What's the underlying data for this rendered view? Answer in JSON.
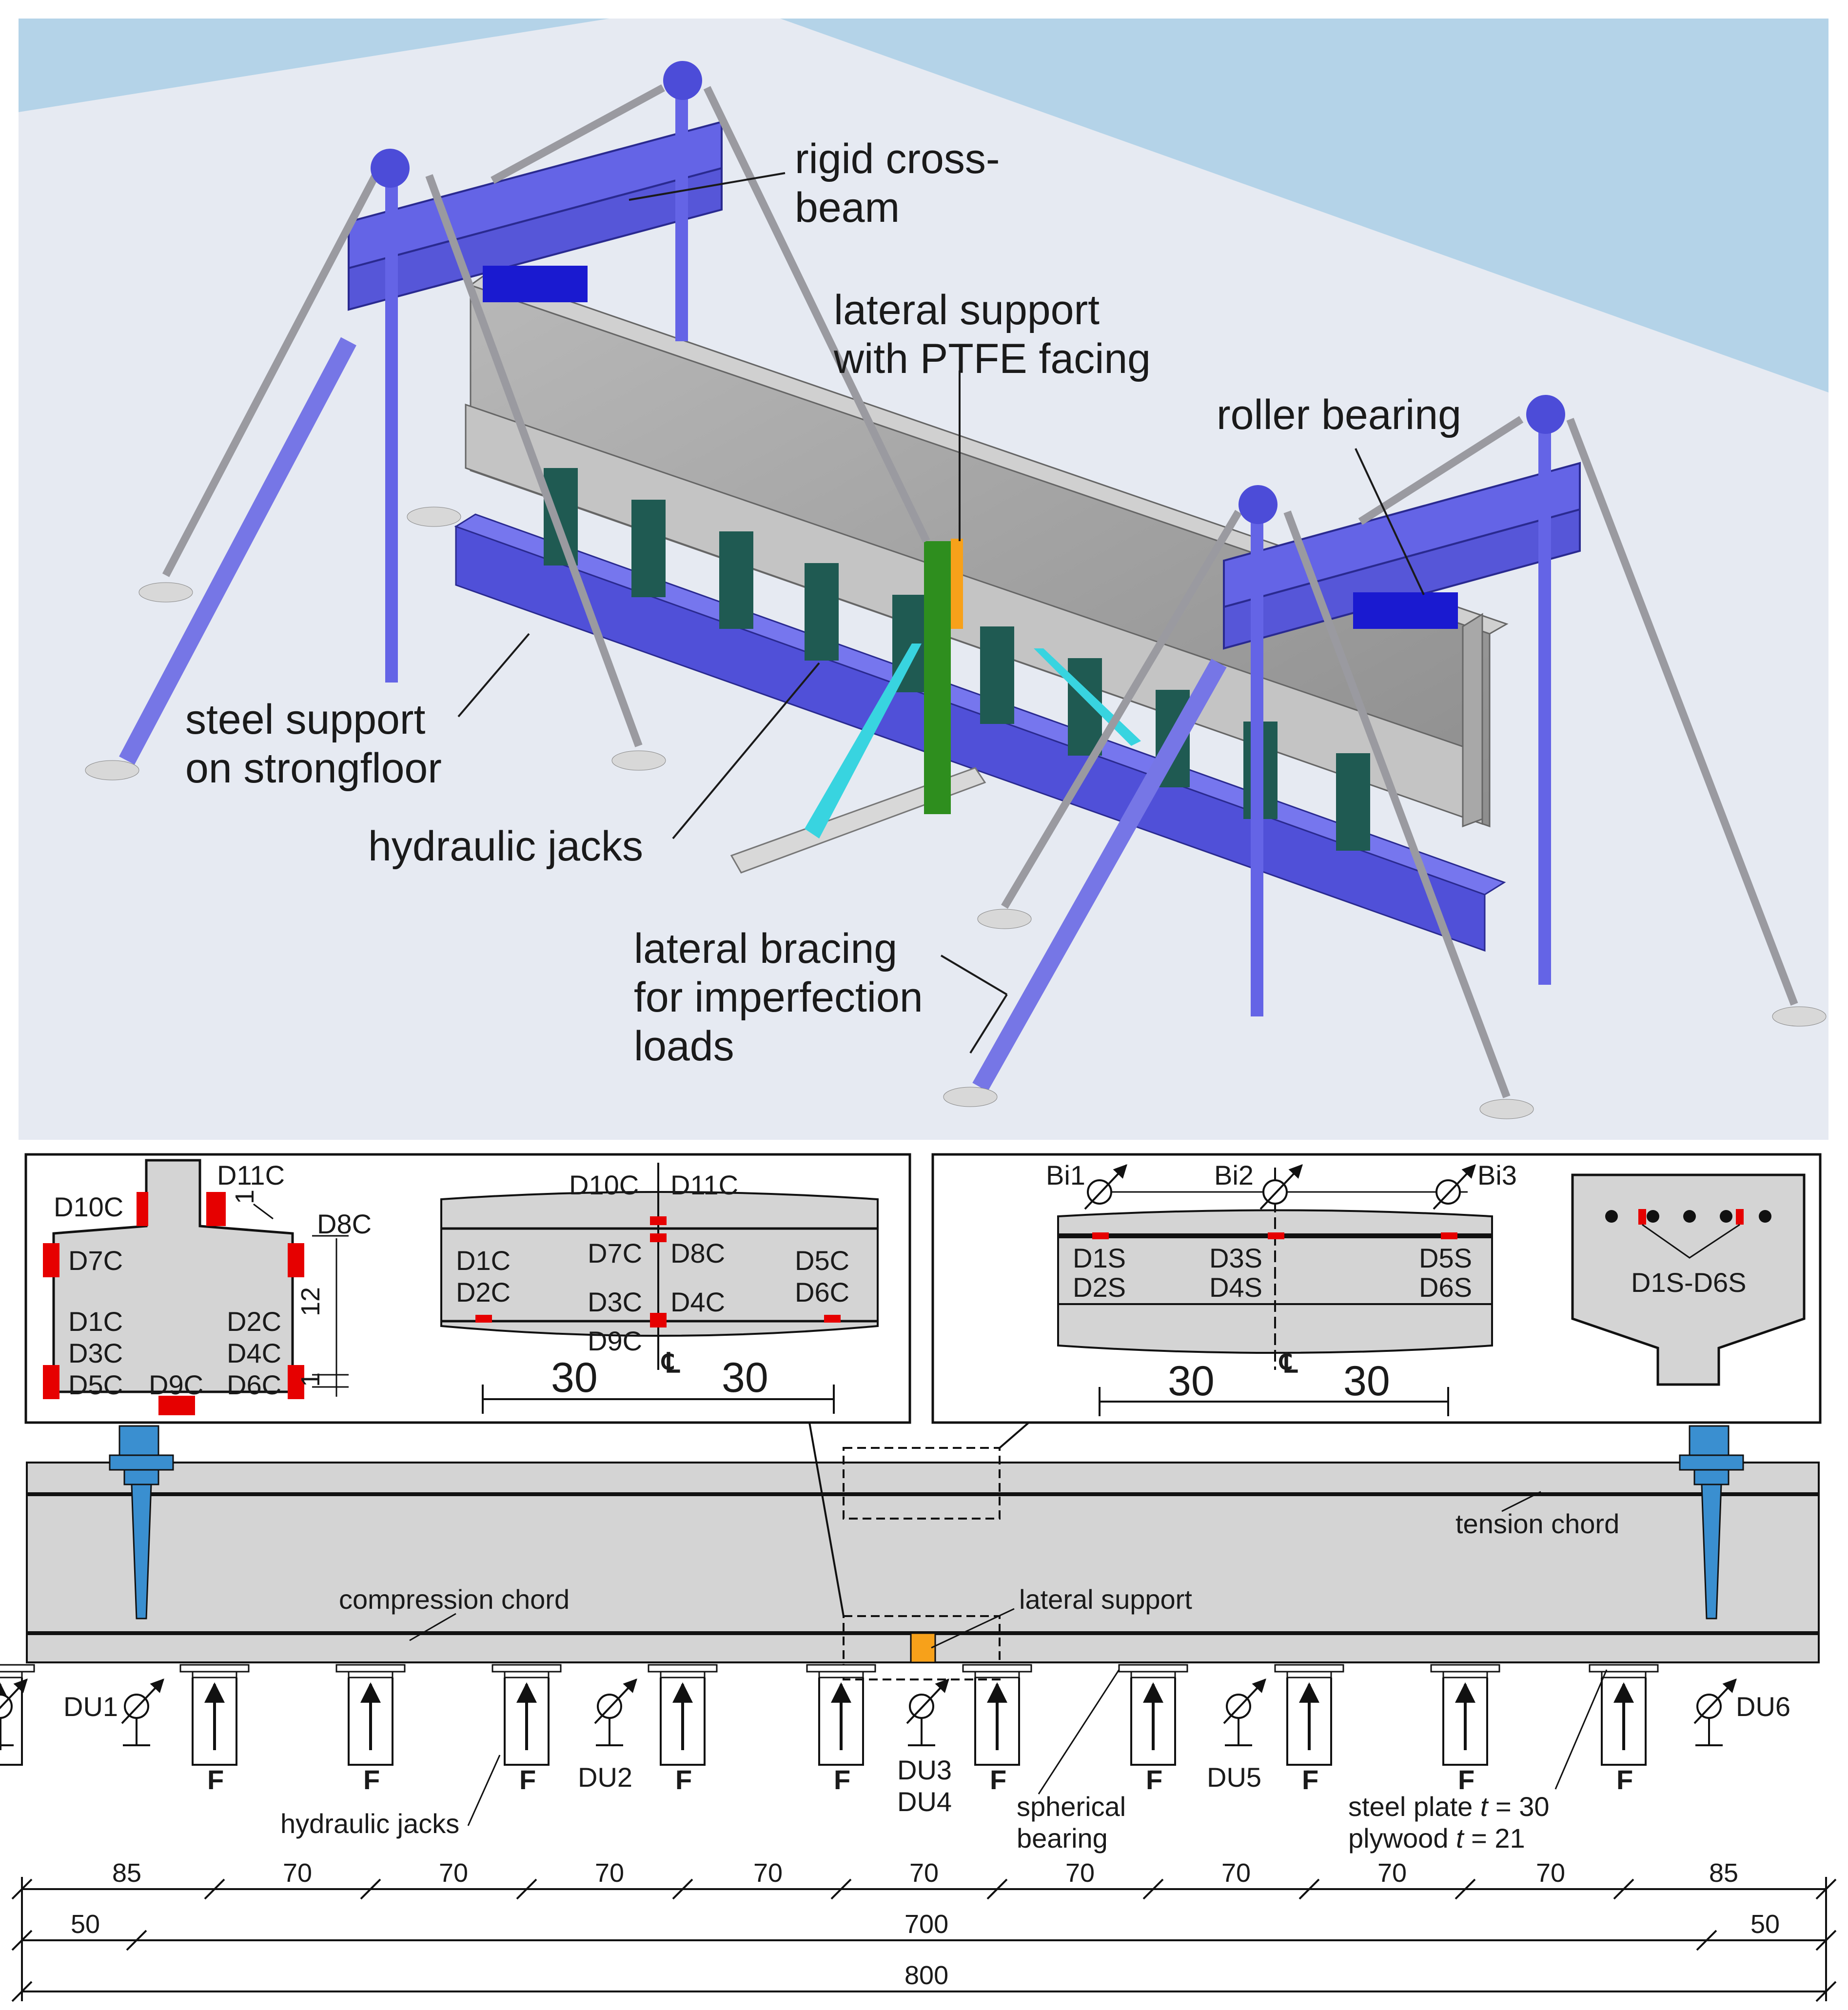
{
  "labels3d": {
    "cross_beam": [
      "rigid cross-",
      "beam"
    ],
    "lateral_support": [
      "lateral support",
      "with PTFE facing"
    ],
    "roller_bearing": "roller bearing",
    "steel_support": [
      "steel support",
      "on strongfloor"
    ],
    "hydraulic_jacks": "hydraulic jacks",
    "lateral_bracing": [
      "lateral bracing",
      "for imperfection",
      "loads"
    ]
  },
  "section_c": {
    "gauges": [
      "D10C",
      "D11C",
      "D8C",
      "D7C",
      "D1C",
      "D2C",
      "D3C",
      "D4C",
      "D5C",
      "D6C",
      "D9C"
    ],
    "dims": [
      "1",
      "12",
      "1"
    ]
  },
  "plan_c": {
    "gauges": [
      "D10C",
      "D11C",
      "D1C",
      "D2C",
      "D7C",
      "D8C",
      "D5C",
      "D6C",
      "D3C",
      "D4C",
      "D9C"
    ],
    "centerline": "℄",
    "dims": [
      "30",
      "30"
    ]
  },
  "plan_s": {
    "bi": [
      "Bi1",
      "Bi2",
      "Bi3"
    ],
    "gauges": [
      "D1S",
      "D2S",
      "D3S",
      "D4S",
      "D5S",
      "D6S"
    ],
    "centerline": "℄",
    "dims": [
      "30",
      "30"
    ]
  },
  "section_s": {
    "label": "D1S-D6S"
  },
  "elevation": {
    "tension_chord": "tension chord",
    "compression_chord": "compression chord",
    "lateral_support": "lateral support",
    "du": [
      "DU1",
      "DU2",
      "DU3",
      "DU4",
      "DU5",
      "DU6"
    ],
    "force": "F",
    "hydraulic_jacks": "hydraulic jacks",
    "spherical_bearing": [
      "spherical",
      "bearing"
    ],
    "steel_plate": {
      "text": "steel plate ",
      "t": "t",
      "val": " = 30"
    },
    "plywood": {
      "text": "plywood ",
      "t": "t",
      "val": " = 21"
    }
  },
  "dimensions": {
    "row1": [
      "85",
      "70",
      "70",
      "70",
      "70",
      "70",
      "70",
      "70",
      "70",
      "70",
      "85"
    ],
    "row2": [
      "50",
      "700",
      "50"
    ],
    "row3": [
      "800"
    ]
  },
  "colors": {
    "steel_blue": "#6464e6",
    "concrete": "#d4d4d4",
    "gauge_red": "#e60000",
    "ptfe_orange": "#f7a11a",
    "sky": "#b4d3e8",
    "jack_green": "#1f5a52",
    "bracing_cyan": "#38d4e0",
    "bearing_blue": "#3a8fd0"
  }
}
